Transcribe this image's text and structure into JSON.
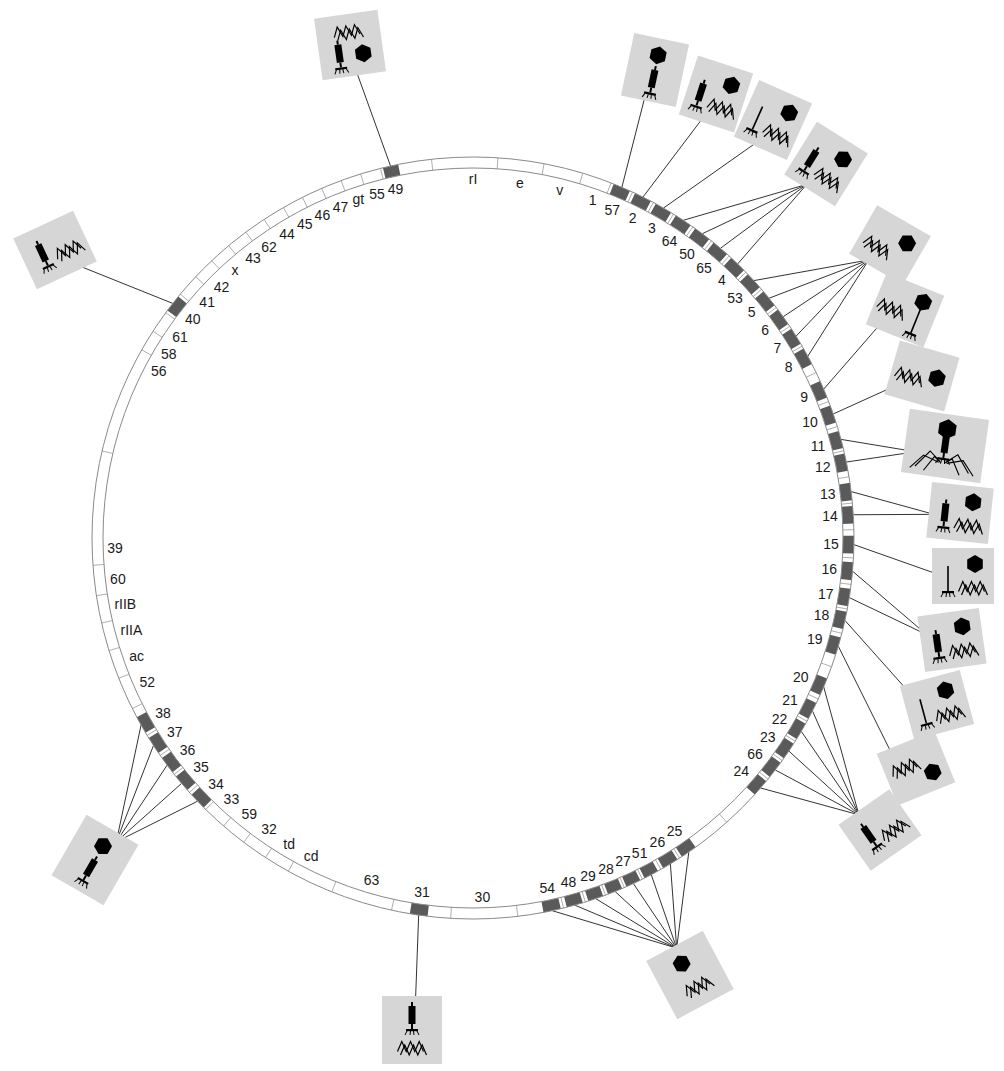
{
  "diagram": {
    "labels": [
      "rI",
      "e",
      "v",
      "1",
      "57",
      "2",
      "3",
      "64",
      "50",
      "65",
      "4",
      "53",
      "5",
      "6",
      "7",
      "8",
      "9",
      "10",
      "11",
      "12",
      "13",
      "14",
      "15",
      "16",
      "17",
      "18",
      "19",
      "20",
      "21",
      "22",
      "23",
      "66",
      "24",
      "25",
      "26",
      "51",
      "27",
      "28",
      "29",
      "48",
      "54",
      "30",
      "31",
      "63",
      "cd",
      "td",
      "32",
      "59",
      "33",
      "34",
      "35",
      "36",
      "37",
      "38",
      "52",
      "ac",
      "rIIA",
      "rIIB",
      "60",
      "39",
      "56",
      "58",
      "61",
      "40",
      "41",
      "42",
      "x",
      "43",
      "62",
      "44",
      "45",
      "46",
      "47",
      "gt",
      "55",
      "49"
    ]
  }
}
